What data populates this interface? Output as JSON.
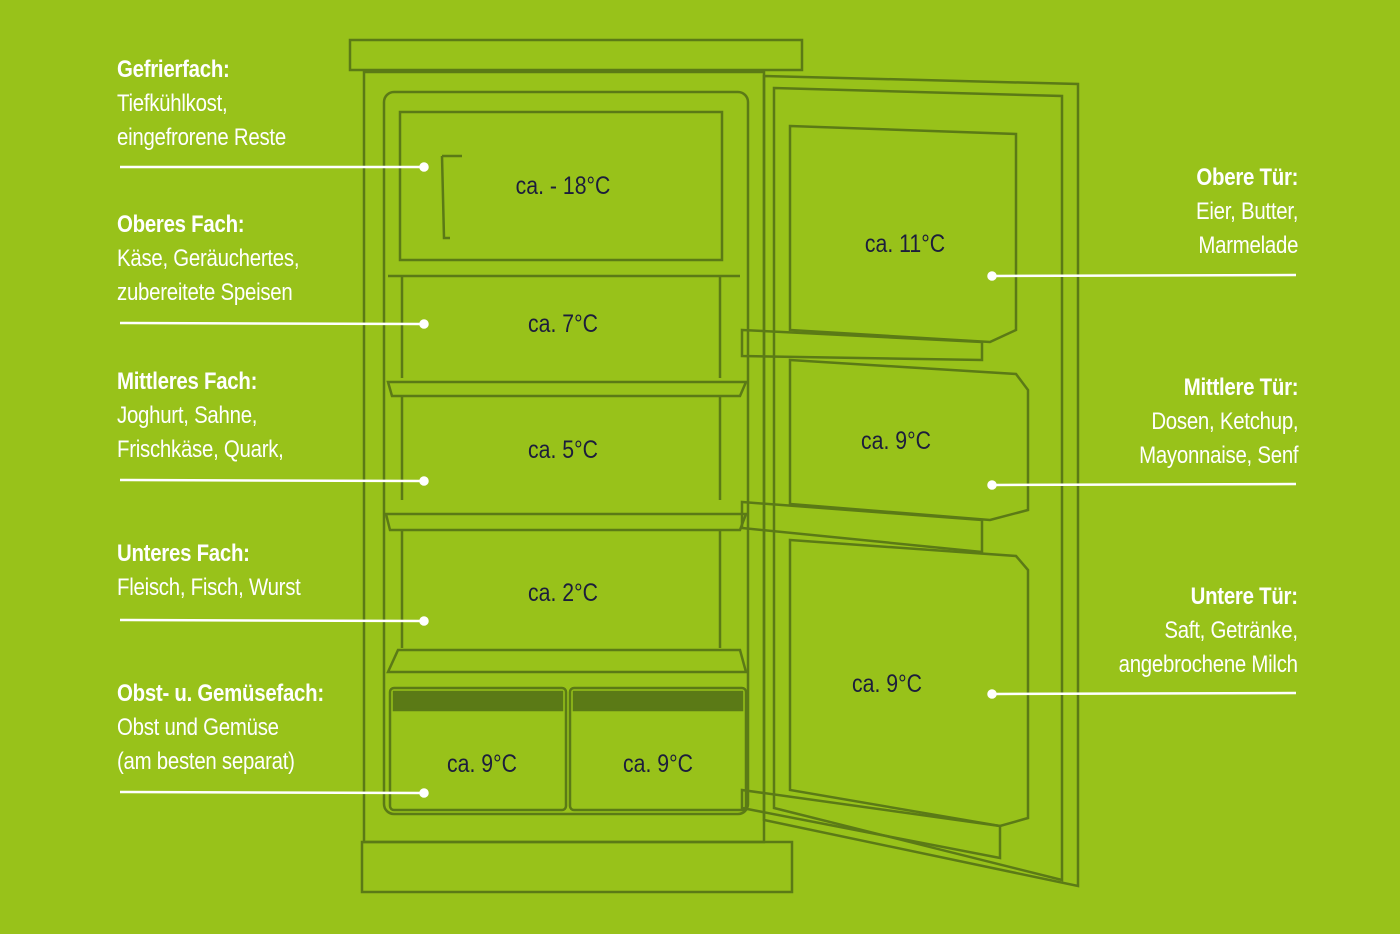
{
  "colors": {
    "background": "#98c21a",
    "lines": "#5b7a16",
    "text": "#ffffff",
    "temperature_text": "#1c1d3c"
  },
  "left_labels": [
    {
      "title": "Gefrierfach:",
      "lines": [
        "Tiefkühlkost,",
        "eingefrorene Reste"
      ]
    },
    {
      "title": "Oberes Fach:",
      "lines": [
        "Käse, Geräuchertes,",
        "zubereitete Speisen"
      ]
    },
    {
      "title": "Mittleres Fach:",
      "lines": [
        "Joghurt, Sahne,",
        "Frischkäse, Quark,"
      ]
    },
    {
      "title": "Unteres Fach:",
      "lines": [
        "Fleisch, Fisch, Wurst"
      ]
    },
    {
      "title": "Obst- u. Gemüsefach:",
      "lines": [
        "Obst und Gemüse",
        "(am besten separat)"
      ]
    }
  ],
  "right_labels": [
    {
      "title": "Obere Tür:",
      "lines": [
        "Eier, Butter,",
        "Marmelade"
      ]
    },
    {
      "title": "Mittlere Tür:",
      "lines": [
        "Dosen, Ketchup,",
        "Mayonnaise, Senf"
      ]
    },
    {
      "title": "Untere Tür:",
      "lines": [
        "Saft, Getränke,",
        "angebrochene Milch"
      ]
    }
  ],
  "temperatures": {
    "freezer": "ca. - 18°C",
    "upper": "ca. 7°C",
    "middle": "ca. 5°C",
    "lower": "ca. 2°C",
    "crisper_left": "ca. 9°C",
    "crisper_right": "ca. 9°C",
    "door_upper": "ca. 11°C",
    "door_middle": "ca. 9°C",
    "door_lower": "ca. 9°C"
  }
}
